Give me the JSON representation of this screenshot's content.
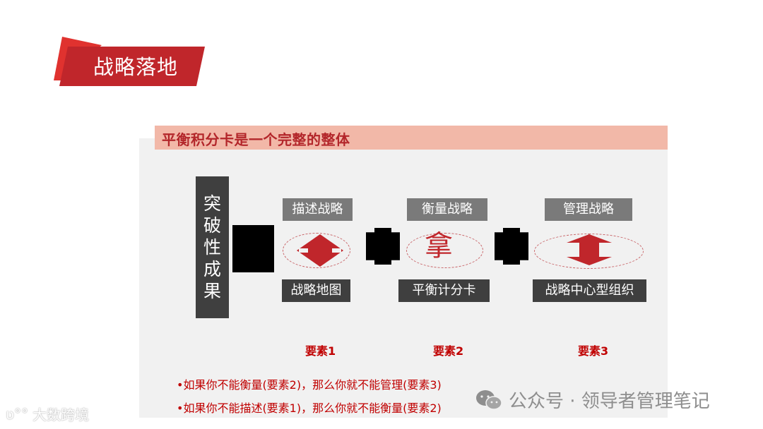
{
  "slide": {
    "title": "战略落地",
    "colors": {
      "banner_red": "#c0262b",
      "banner_light_red": "#e0322f",
      "header_pink": "#f2b8a8",
      "accent_red": "#c00000",
      "panel_gray": "#f1f1f1",
      "dark_box": "#3f3f3f",
      "mid_box": "#7a7a7a"
    }
  },
  "panel": {
    "header": "平衡积分卡是一个完整的整体",
    "vertical_label": [
      "突",
      "破",
      "性",
      "成",
      "果"
    ],
    "columns": [
      {
        "top_label": "描述战略",
        "icon": "diamond-arrows-icon",
        "bottom_label": "战略地图",
        "element_label": "要素1"
      },
      {
        "top_label": "衡量战略",
        "icon_glyph": "拿",
        "icon": "na-character-icon",
        "bottom_label": "平衡计分卡",
        "element_label": "要素2"
      },
      {
        "top_label": "管理战略",
        "icon": "double-arrow-vertical-icon",
        "bottom_label": "战略中心型组织",
        "element_label": "要素3"
      }
    ],
    "notes": [
      "•如果你不能衡量(要素2)，那么你就不能管理(要素3)",
      "•如果你不能描述(要素1)，那么你就不能衡量(要素2)"
    ]
  },
  "watermarks": {
    "wechat": "公众号 · 领导者管理笔记",
    "corner": "大数跨境",
    "corner_logo_text": "ʋ°°"
  }
}
